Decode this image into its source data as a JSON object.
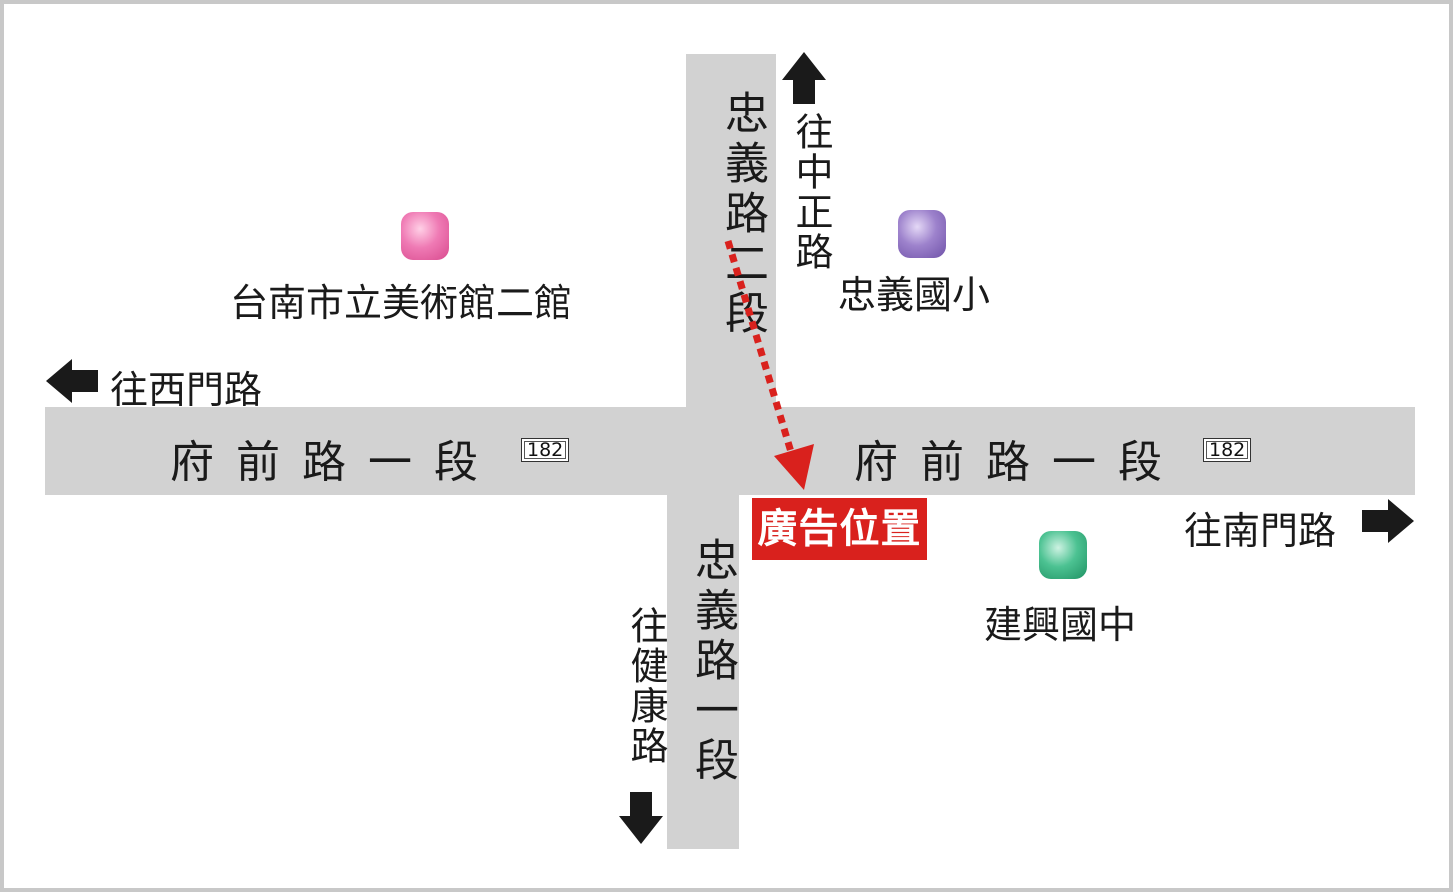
{
  "roads": {
    "fuqian_west": {
      "name": "府前路一段",
      "shield": "182"
    },
    "fuqian_east": {
      "name": "府前路一段",
      "shield": "182"
    },
    "zhongyi_north": {
      "name": "忠義路二段"
    },
    "zhongyi_south": {
      "name": "忠義路一段"
    }
  },
  "directions": {
    "west": "往西門路",
    "east": "往南門路",
    "north": "往中正路",
    "south": "往健康路"
  },
  "landmarks": [
    {
      "name": "台南市立美術館二館",
      "color": "#e8579a"
    },
    {
      "name": "忠義國小",
      "color": "#8a6bc1"
    },
    {
      "name": "建興國中",
      "color": "#2ea878"
    }
  ],
  "ad_label": "廣告位置",
  "colors": {
    "road": "#d2d2d2",
    "ad": "#d9211d",
    "arrow": "#d9211d"
  }
}
